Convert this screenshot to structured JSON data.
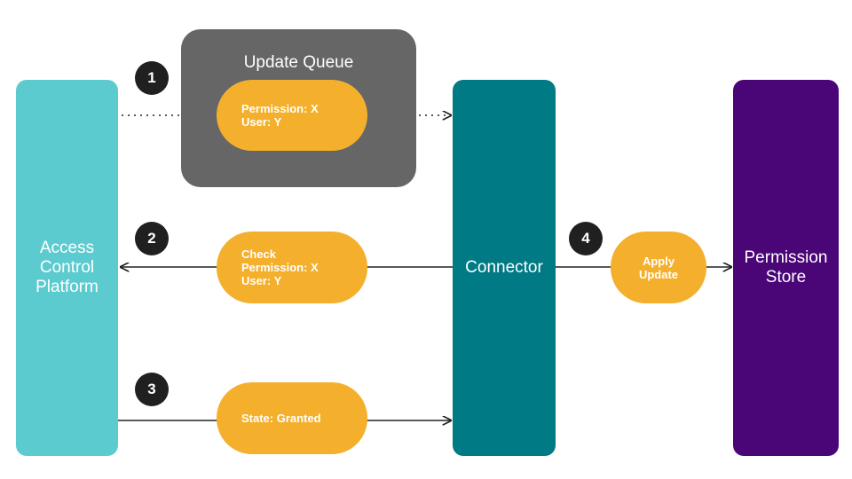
{
  "nodes": {
    "access_control_platform": "Access\nControl\nPlatform",
    "connector": "Connector",
    "permission_store": "Permission\nStore",
    "update_queue": "Update Queue"
  },
  "messages": {
    "queued": "Permission: X\nUser: Y",
    "check": "Check\nPermission: X\nUser: Y",
    "state": "State: Granted",
    "apply": "Apply\nUpdate"
  },
  "steps": [
    "1",
    "2",
    "3",
    "4"
  ],
  "colors": {
    "access_control_platform": "#5ccbcf",
    "connector": "#007a84",
    "permission_store": "#4a0577",
    "update_queue": "#666666",
    "message": "#f4b02c",
    "step_badge": "#202020",
    "line": "#222222"
  }
}
